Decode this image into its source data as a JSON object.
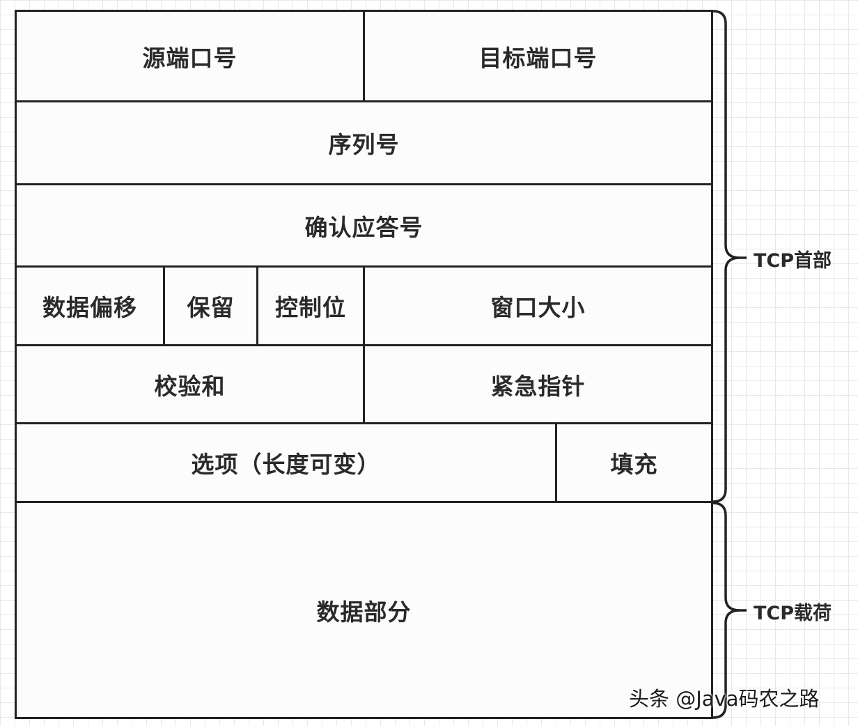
{
  "diagram": {
    "header_fields": {
      "source_port": "源端口号",
      "destination_port": "目标端口号",
      "sequence_number": "序列号",
      "ack_number": "确认应答号",
      "data_offset": "数据偏移",
      "reserved": "保留",
      "control_bits": "控制位",
      "window_size": "窗口大小",
      "checksum": "校验和",
      "urgent_pointer": "紧急指针",
      "options": "选项（长度可变）",
      "padding": "填充"
    },
    "payload_field": "数据部分",
    "brace_labels": {
      "header": "TCP首部",
      "payload": "TCP载荷"
    }
  },
  "watermark": "头条 @Java码农之路",
  "colors": {
    "border": "#222222",
    "cell_fill": "#fcfcfc",
    "text": "#2a2a2a",
    "grid": "#e8e8e8"
  }
}
